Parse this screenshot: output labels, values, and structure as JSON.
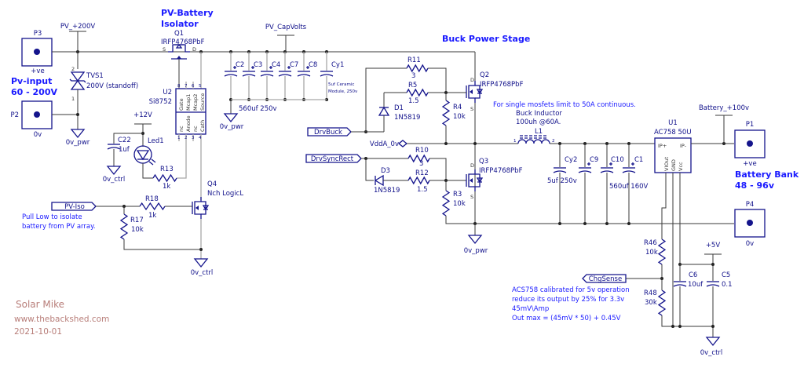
{
  "watermark": {
    "author": "Solar Mike",
    "site": "www.thebackshed.com",
    "date": "2021-10-01"
  },
  "headings": {
    "pv_isolator_1": "PV-Battery",
    "pv_isolator_2": "Isolator",
    "buck": "Buck Power Stage",
    "pv_input_1": "Pv-input",
    "pv_input_2": "60 - 200V",
    "battery_1": "Battery Bank",
    "battery_2": "48 - 96v"
  },
  "connectors": {
    "P3": {
      "ref": "P3",
      "label": "+ve"
    },
    "P2": {
      "ref": "P2",
      "label": "0v"
    },
    "P1": {
      "ref": "P1",
      "label": "+ve"
    },
    "P4": {
      "ref": "P4",
      "label": "0v"
    }
  },
  "nets": {
    "pv_200": "PV_+200V",
    "pv_cap": "PV_CapVolts",
    "batt_100": "Battery_+100v",
    "v12": "+12V",
    "v5": "+5V",
    "vdda": "VddA_0v",
    "gnd_pwr": "0v_pwr",
    "gnd_ctrl": "0v_ctrl"
  },
  "flags": {
    "drvbuck": "DrvBuck",
    "drvsync": "DrvSyncRect",
    "pviso": "PV-Iso",
    "chgsense": "ChgSense"
  },
  "components": {
    "TVS1": {
      "ref": "TVS1",
      "value": "200V (standoff)"
    },
    "Q1": {
      "ref": "Q1",
      "value": "IRFP4768PbF"
    },
    "Q2": {
      "ref": "Q2",
      "value": "IRFP4768PbF"
    },
    "Q3": {
      "ref": "Q3",
      "value": "IRFP4768PbF"
    },
    "Q4": {
      "ref": "Q4",
      "value": "Nch LogicL"
    },
    "U2": {
      "ref": "U2",
      "value": "Si8752",
      "pins_top": [
        "Gate",
        "Mcap1",
        "Mcap2",
        "Source"
      ],
      "pins_bottom": [
        "nc",
        "Anode",
        "nc",
        "Cath"
      ],
      "pin_nums_top": [
        "8",
        "7",
        "6",
        "5"
      ],
      "pin_nums_bottom": [
        "1",
        "2",
        "3",
        "4"
      ]
    },
    "U1": {
      "ref": "U1",
      "value": "AC758 50U",
      "pins": [
        "IP+",
        "IP-",
        "VIOut",
        "GND",
        "Vcc"
      ]
    },
    "C2": "C2",
    "C3": "C3",
    "C4": "C4",
    "C7": "C7",
    "C8": "C8",
    "Cy1": "Cy1",
    "input_caps_value": "560uf  250v",
    "cy1_note_1": "5uf Ceramic",
    "cy1_note_2": "Module, 250v",
    "C22": {
      "ref": "C22",
      "value": "1uf"
    },
    "Led1": "Led1",
    "R13": {
      "ref": "R13",
      "value": "1k"
    },
    "R18": {
      "ref": "R18",
      "value": "1k"
    },
    "R17": {
      "ref": "R17",
      "value": "10k"
    },
    "R11": {
      "ref": "R11",
      "value": "3"
    },
    "R5": {
      "ref": "R5",
      "value": "1.5"
    },
    "R4": {
      "ref": "R4",
      "value": "10k"
    },
    "D1": {
      "ref": "D1",
      "value": "1N5819"
    },
    "R10": {
      "ref": "R10",
      "value": "3"
    },
    "R12": {
      "ref": "R12",
      "value": "1.5"
    },
    "R3": {
      "ref": "R3",
      "value": "10k"
    },
    "D3": {
      "ref": "D3",
      "value": "1N5819"
    },
    "L1": {
      "ref": "L1",
      "desc_1": "Buck Inductor",
      "desc_2": "100uh @60A.",
      "pin1": "1",
      "pin2": "2"
    },
    "Cy2": "Cy2",
    "C9": "C9",
    "C10": "C10",
    "C1": "C1",
    "cy2_value": "5uf  250v",
    "output_caps_value": "560uf  160V",
    "R46": {
      "ref": "R46",
      "value": "10k"
    },
    "R48": {
      "ref": "R48",
      "value": "30k"
    },
    "C6": {
      "ref": "C6",
      "value": "10uf"
    },
    "C5": {
      "ref": "C5",
      "value": "0.1"
    },
    "pin_S": "S",
    "pin_D": "D",
    "tvs_pin1": "1",
    "tvs_pin2": "2"
  },
  "notes": {
    "pviso_1": "Pull Low to isolate",
    "pviso_2": "battery from PV array.",
    "mosfet_limit": "For single mosfets limit to 50A continuous.",
    "acs_1": "ACS758 calibrated for 5v operation",
    "acs_2": "reduce its output by 25% for 3.3v",
    "acs_3": "45mV\\Amp",
    "acs_4": "Out max = (45mV * 50) + 0.45V"
  },
  "colors": {
    "wire": "#3a3a3a",
    "component": "#14148c",
    "heading": "#1a1aff",
    "watermark": "#a0524c"
  }
}
